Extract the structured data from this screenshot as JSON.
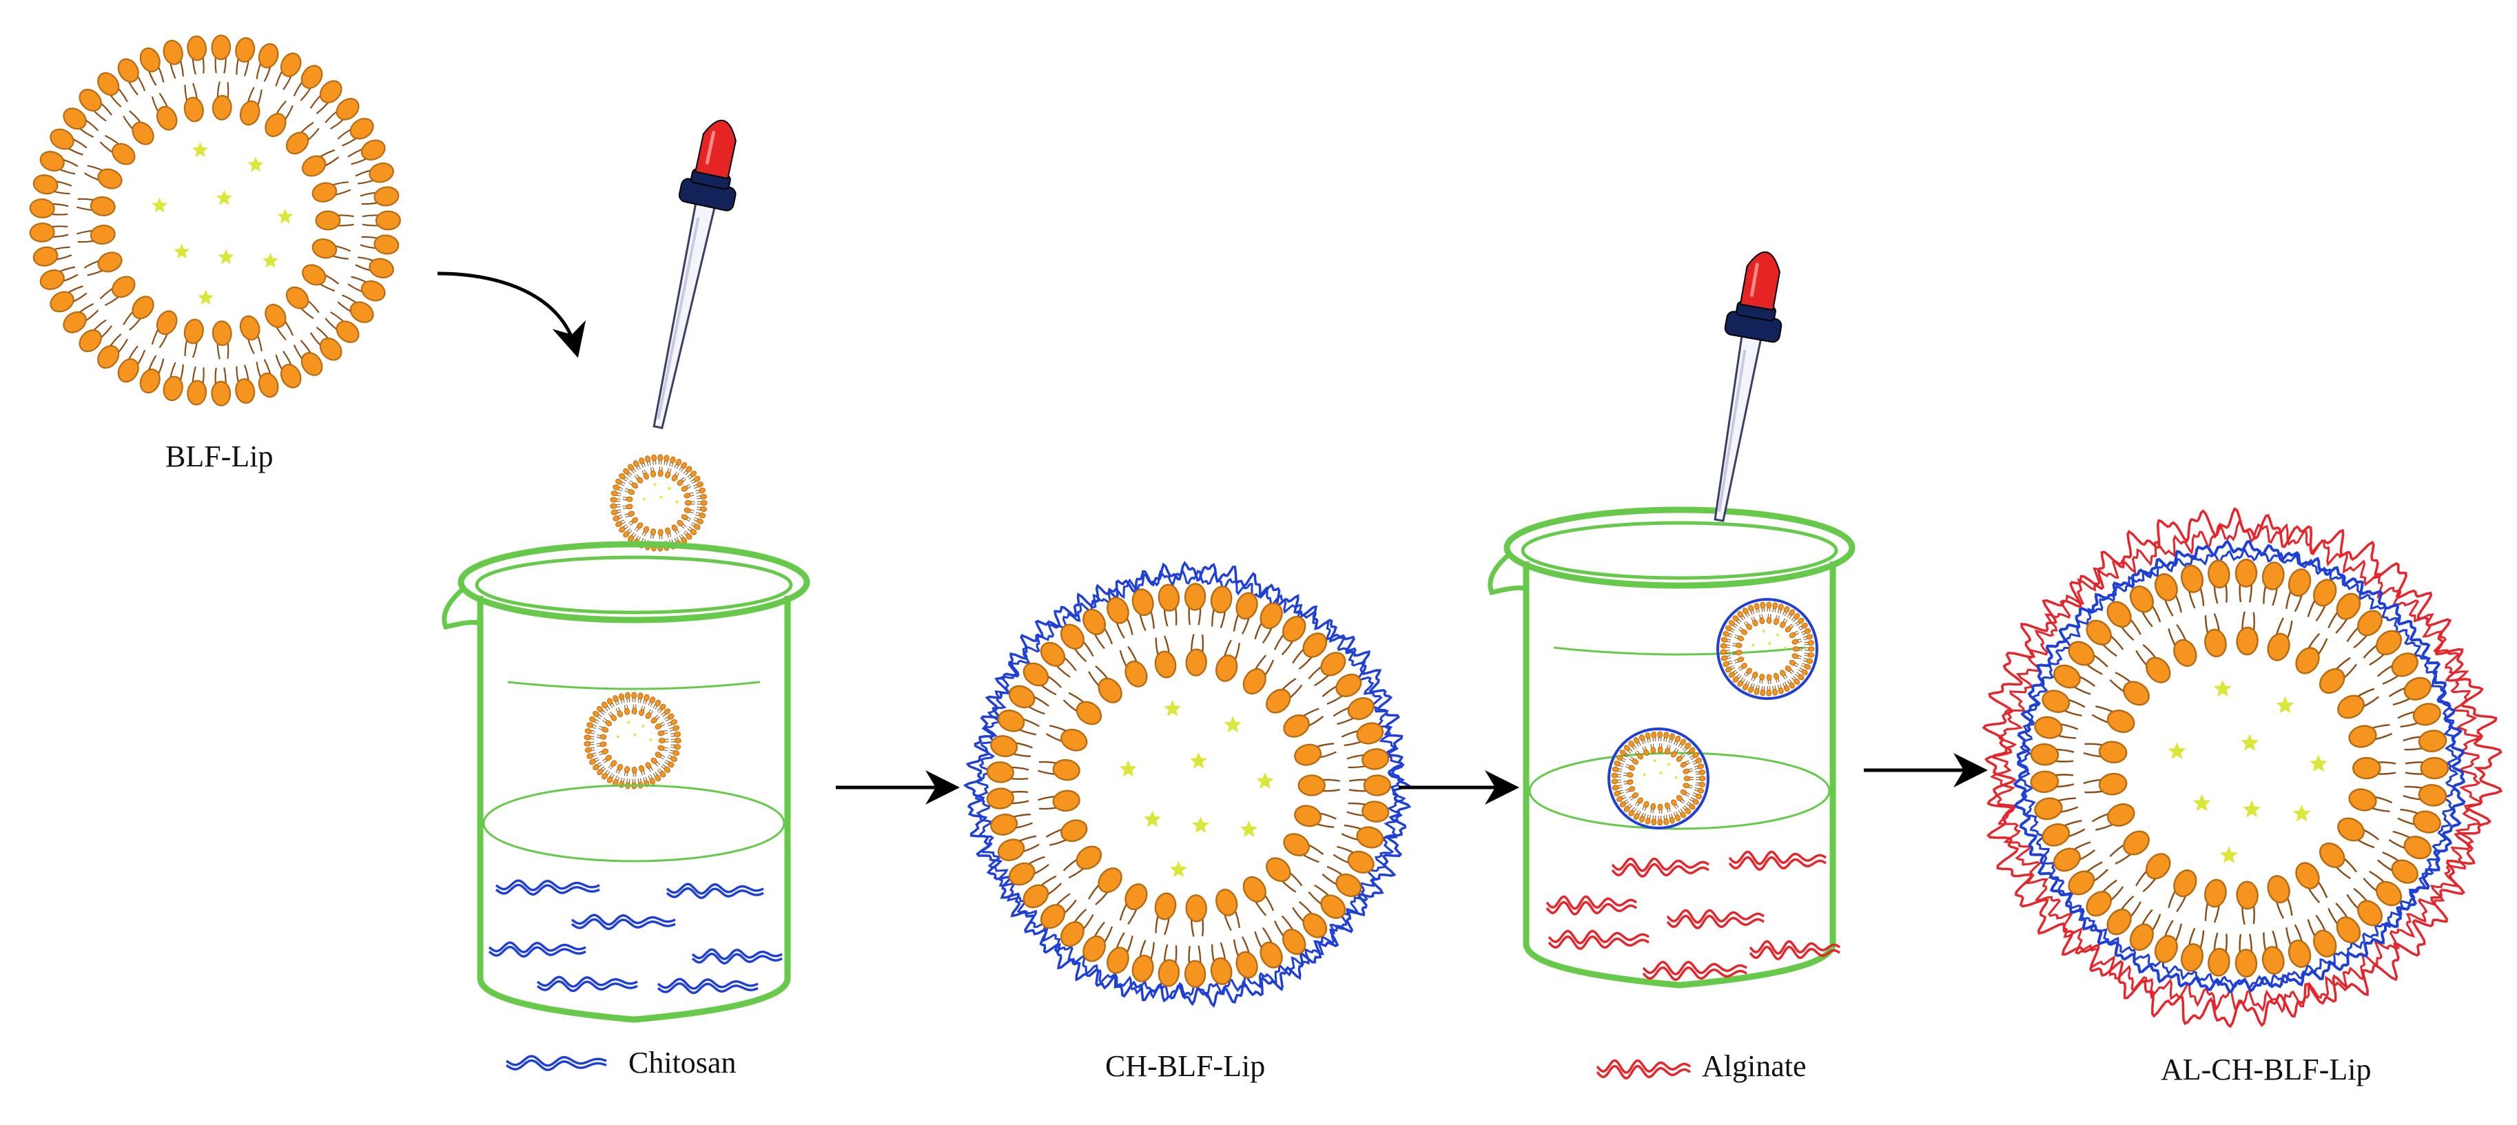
{
  "labels": {
    "blf_lip": "BLF-Lip",
    "chitosan": "Chitosan",
    "ch_blf_lip": "CH-BLF-Lip",
    "alginate": "Alginate",
    "al_ch_blf_lip": "AL-CH-BLF-Lip"
  },
  "colors": {
    "lipid_head": "#f5951f",
    "lipid_head_stroke": "#b86a10",
    "lipid_tail": "#8a4b16",
    "drug_star": "#dbe63a",
    "beaker": "#66c94a",
    "chitosan": "#1f3fd9",
    "alginate": "#e8242b",
    "dropper_bulb": "#e52424",
    "dropper_cap": "#12235a",
    "arrow": "#000000"
  },
  "icons": {
    "liposome": "liposome-icon",
    "beaker": "beaker-icon",
    "dropper": "dropper-icon",
    "arrow": "arrow-icon",
    "chitosan_strand": "chitosan-strand-icon",
    "alginate_strand": "alginate-strand-icon"
  }
}
